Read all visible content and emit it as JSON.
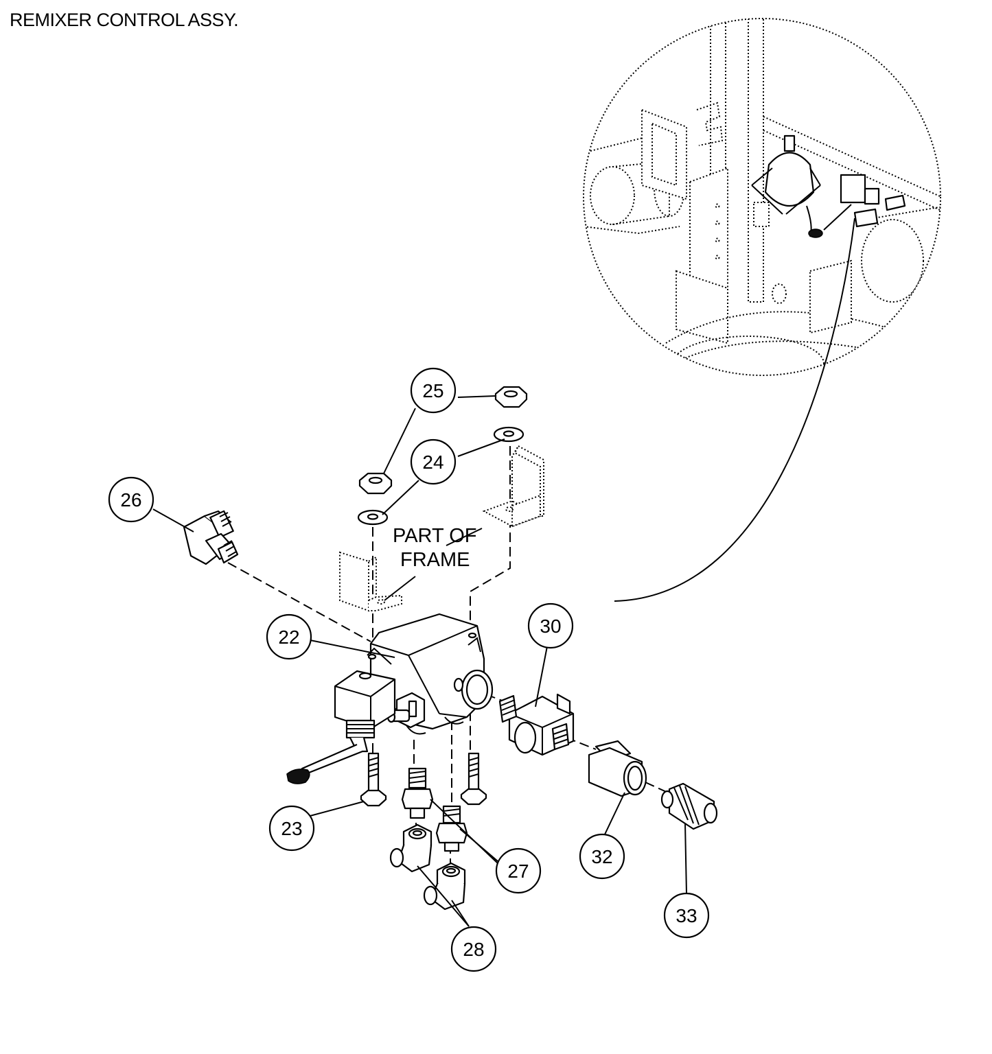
{
  "title": "REMIXER CONTROL  ASSY.",
  "note": {
    "line1": "PART OF",
    "line2": "FRAME"
  },
  "callouts": [
    "22",
    "23",
    "24",
    "25",
    "26",
    "27",
    "28",
    "30",
    "32",
    "33"
  ]
}
